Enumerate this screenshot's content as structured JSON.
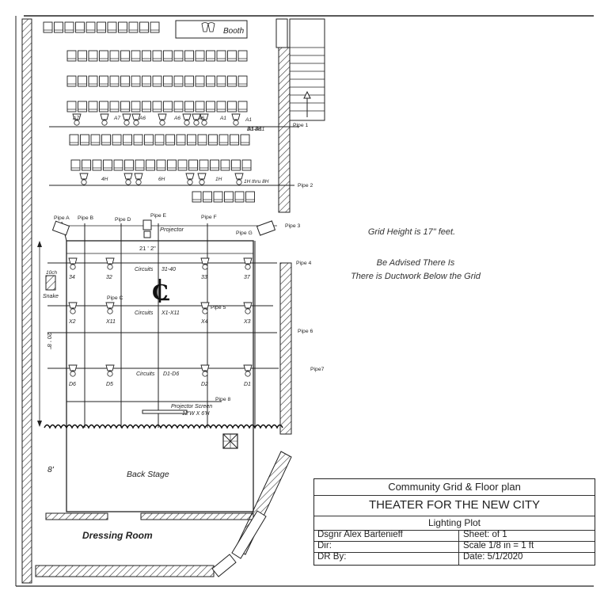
{
  "labels": {
    "booth": "Booth",
    "pipes": [
      "Pipe 1",
      "Pipe 2",
      "Pipe 3",
      "Pipe 4",
      "Pipe 5",
      "Pipe 6",
      "Pipe7",
      "Pipe 8"
    ],
    "pipe_letters": [
      "Pipe A",
      "Pipe B",
      "Pipe C",
      "Pipe D",
      "Pipe E",
      "Pipe F",
      "Pipe G"
    ],
    "projector": "Projector",
    "grid_width": "21 ' 2\"",
    "grid_depth": "20 ' 8\"",
    "snake": "Snake",
    "snake_id": "10ch",
    "circuit_rows": [
      {
        "label": "Circuits",
        "range": "31-40"
      },
      {
        "label": "Circuits",
        "range": "X1-X11"
      },
      {
        "label": "Circuits",
        "range": "D1-D6"
      }
    ],
    "circuit_ids_row1": [
      "34",
      "32",
      "33",
      "37"
    ],
    "circuit_ids_row2": [
      "X2",
      "X11",
      "X4",
      "X3"
    ],
    "circuit_ids_row3": [
      "D6",
      "D5",
      "D2",
      "D1"
    ],
    "house_row_labels": [
      "A7",
      "A7",
      "A6",
      "A6",
      "A6",
      "A1",
      "A1",
      "A1-A11",
      "B1-B6"
    ],
    "house_row2_labels": [
      "4H",
      "6H",
      "1H",
      "1H thru 8H"
    ],
    "projector_screen": "Projector Screen",
    "screen_size": "12'W X 6'H",
    "back_stage": "Back Stage",
    "eight_ft": "8'",
    "dressing_room": "Dressing Room"
  },
  "notes": {
    "grid_height": "Grid Height is 17\" feet.",
    "advisory_1": "Be Advised There Is",
    "advisory_2": "There is Ductwork Below the Grid"
  },
  "title_block": {
    "title": "Community Grid & Floor plan",
    "theater": "THEATER FOR THE NEW CITY",
    "drawing": "Lighting Plot",
    "designer": "Dsgnr Alex Bartenieff",
    "sheet": "Sheet:  of  1",
    "dir": "Dir:",
    "scale": "Scale 1/8 in = 1 ft",
    "dr_by": "DR By:",
    "date": "Date: 5/1/2020"
  }
}
